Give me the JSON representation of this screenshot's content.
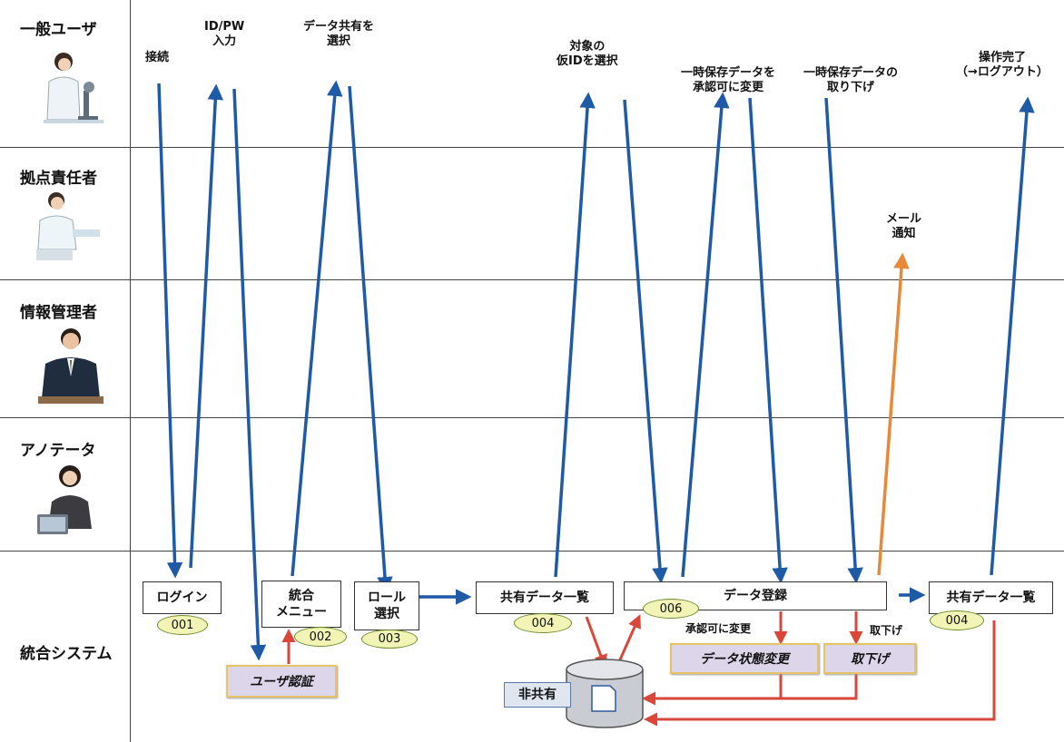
{
  "lanes": [
    {
      "id": "general-user",
      "label": "一般ユーザ"
    },
    {
      "id": "site-manager",
      "label": "拠点責任者"
    },
    {
      "id": "info-manager",
      "label": "情報管理者"
    },
    {
      "id": "annotator",
      "label": "アノテータ"
    },
    {
      "id": "integrated-system",
      "label": "統合システム"
    }
  ],
  "actions": {
    "connect": "接続",
    "idpw": "ID/PW\n入力",
    "select_share": "データ共有を\n選択",
    "select_temp_id": "対象の\n仮IDを選択",
    "approve": "一時保存データを\n承認可に変更",
    "withdraw": "一時保存データの\n取り下げ",
    "complete": "操作完了\n（→ログアウト）",
    "mail": "メール\n通知"
  },
  "screens": {
    "login": {
      "label": "ログイン",
      "code": "001"
    },
    "menu": {
      "label": "統合\nメニュー",
      "code": "002"
    },
    "role": {
      "label": "ロール\n選択",
      "code": "003"
    },
    "shared_list": {
      "label": "共有データ一覧",
      "code": "004"
    },
    "register": {
      "label": "データ登録",
      "code": "006"
    },
    "shared_list2": {
      "label": "共有データ一覧",
      "code": "004"
    }
  },
  "processes": {
    "auth": "ユーザ認証",
    "state_change": "データ状態変更",
    "withdraw": "取下げ"
  },
  "labels": {
    "approve_change": "承認可に変更",
    "withdraw_small": "取下げ",
    "non_shared": "非共有"
  },
  "colors": {
    "blue": "#1f5aa6",
    "red": "#d9463a",
    "orange": "#e8893a",
    "badge": "#f1f4b4",
    "process": "#ddd6ea"
  }
}
